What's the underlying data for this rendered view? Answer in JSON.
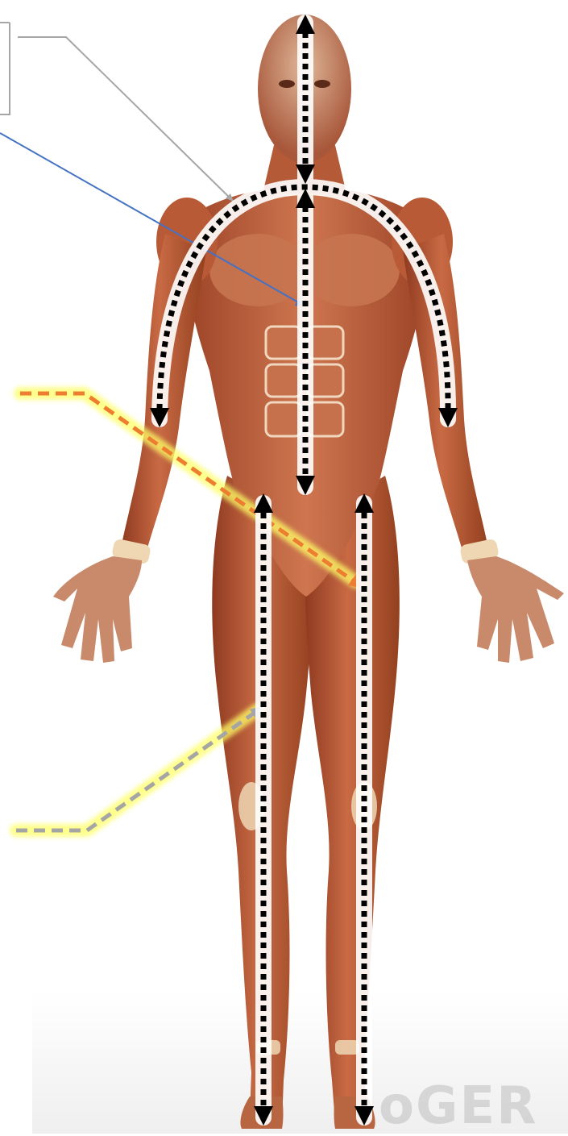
{
  "watermark": {
    "text": "oGER"
  },
  "colors": {
    "skin": "#c2643f",
    "skin_dark": "#8e3a22",
    "tendon": "#efd7b4",
    "arrow": "#000000",
    "halo": "#ffffff",
    "label_line_gray": "#a6a6a6",
    "label_line_blue": "#4472c4",
    "callout_orange": "#ed7d31",
    "callout_gray": "#a5a5a5",
    "highlight_yellow": "#ffff66"
  },
  "icons": {
    "figure": "human-muscular-anatomy-illustration",
    "arrows": "dotted-double-headed-arrow"
  }
}
